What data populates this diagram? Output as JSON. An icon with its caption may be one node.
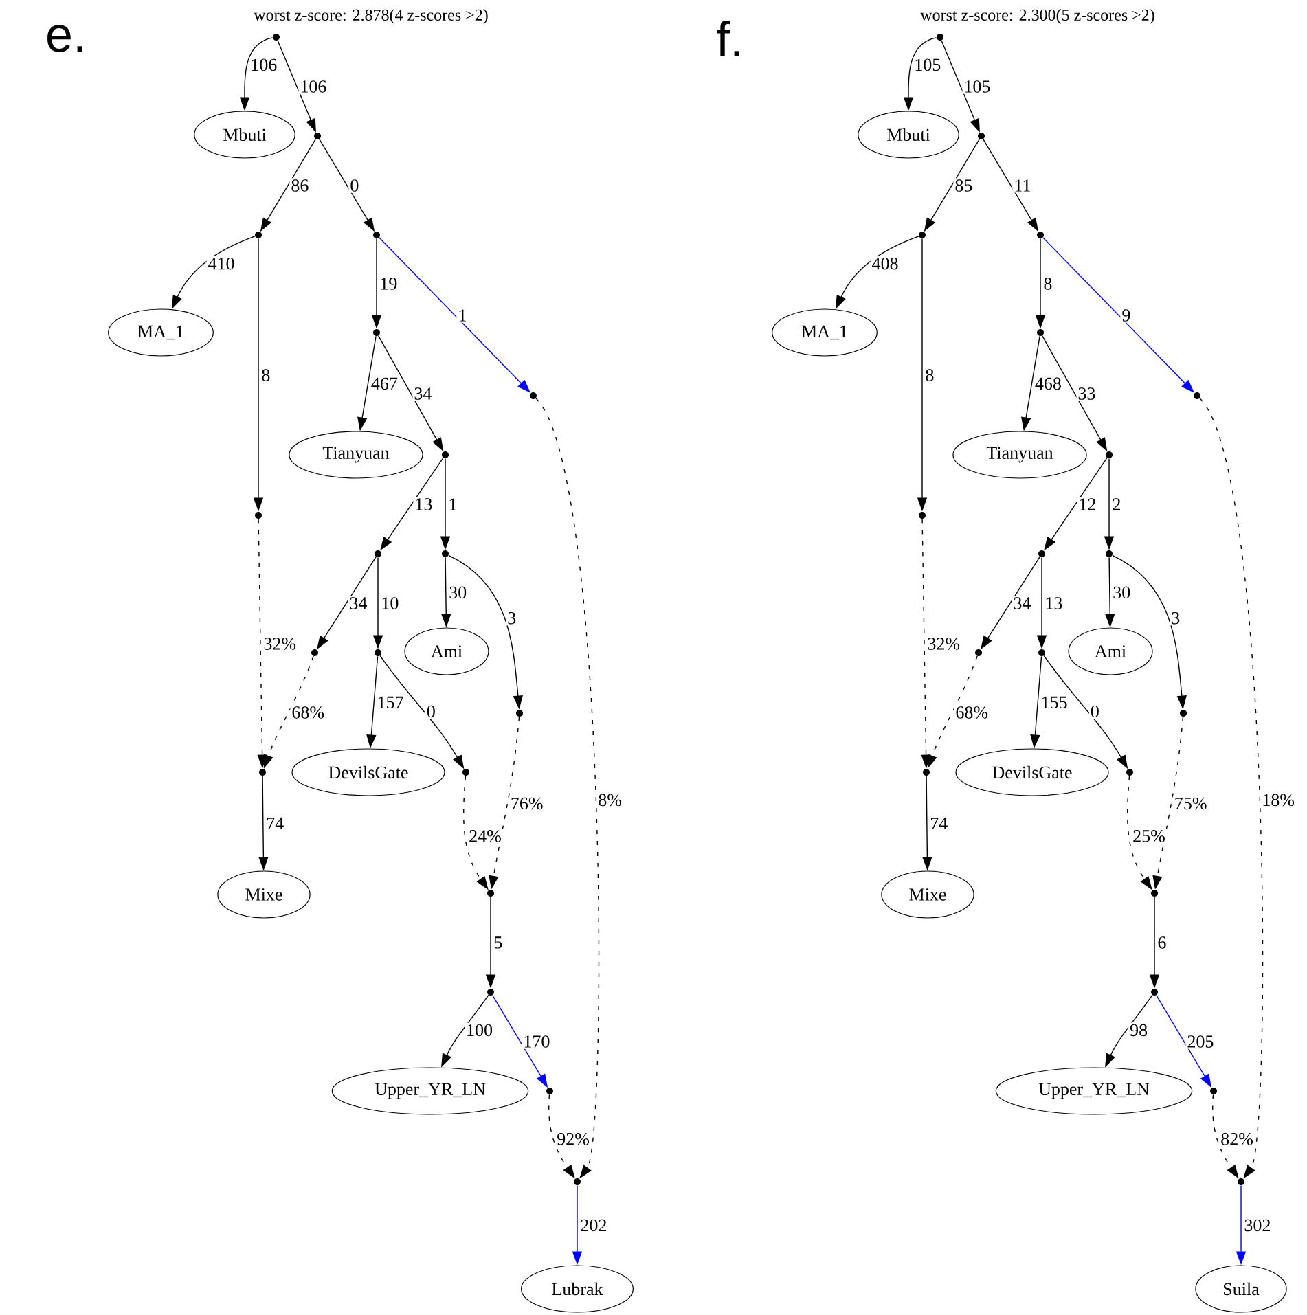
{
  "diagram": {
    "nodes": [
      {
        "text": [],
        "shape": "circle"
      },
      {
        "text": [
          "Mbuti"
        ]
      },
      {
        "text": [],
        "shape": "circle"
      },
      {
        "text": [],
        "shape": "circle"
      },
      {
        "text": [],
        "shape": "circle"
      },
      {
        "text": [
          "MA_1"
        ]
      },
      {
        "text": [],
        "shape": "circle"
      },
      {
        "text": [],
        "shape": "circle"
      },
      {
        "text": [
          "Tianyuan"
        ]
      },
      {
        "text": [],
        "shape": "circle"
      },
      {
        "text": [],
        "shape": "circle"
      },
      {
        "text": [],
        "shape": "circle"
      },
      {
        "text": [],
        "shape": "circle"
      },
      {
        "text": [],
        "shape": "circle"
      },
      {
        "text": [],
        "shape": "circle"
      },
      {
        "text": [
          "Ami"
        ]
      },
      {
        "text": [],
        "shape": "circle"
      },
      {
        "text": [],
        "shape": "circle"
      },
      {
        "text": [
          "DevilsGate"
        ]
      },
      {
        "text": [],
        "shape": "circle"
      },
      {
        "text": [],
        "shape": "circle"
      },
      {
        "text": [
          "Mixe"
        ]
      },
      {
        "text": [],
        "shape": "circle"
      },
      {
        "text": [
          "Upper_YR_LN"
        ]
      },
      {
        "text": [],
        "shape": "circle"
      },
      {
        "text": [],
        "shape": "circle"
      },
      {
        "text": [
          "Lubrak"
        ]
      },
      {
        "text": [],
        "shape": "circle"
      },
      {
        "text": [
          "Mbuti"
        ]
      },
      {
        "text": [],
        "shape": "circle"
      },
      {
        "text": [],
        "shape": "circle"
      },
      {
        "text": [],
        "shape": "circle"
      },
      {
        "text": [
          "MA_1"
        ]
      },
      {
        "text": [],
        "shape": "circle"
      },
      {
        "text": [],
        "shape": "circle"
      },
      {
        "text": [
          "Tianyuan"
        ]
      },
      {
        "text": [],
        "shape": "circle"
      },
      {
        "text": [],
        "shape": "circle"
      },
      {
        "text": [],
        "shape": "circle"
      },
      {
        "text": [],
        "shape": "circle"
      },
      {
        "text": [],
        "shape": "circle"
      },
      {
        "text": [],
        "shape": "circle"
      },
      {
        "text": [
          "Ami"
        ]
      },
      {
        "text": [],
        "shape": "circle"
      },
      {
        "text": [],
        "shape": "circle"
      },
      {
        "text": [
          "DevilsGate"
        ]
      },
      {
        "text": [],
        "shape": "circle"
      },
      {
        "text": [],
        "shape": "circle"
      },
      {
        "text": [
          "Mixe"
        ]
      },
      {
        "text": [],
        "shape": "circle"
      },
      {
        "text": [
          "Upper_YR_LN"
        ]
      },
      {
        "text": [],
        "shape": "circle"
      },
      {
        "text": [],
        "shape": "circle"
      },
      {
        "text": [
          "Suila"
        ]
      }
    ],
    "edges": [
      {
        "from": 0,
        "to": 1,
        "arrow": "to",
        "label": "106"
      },
      {
        "from": 0,
        "to": 2,
        "arrow": "to",
        "label": "106"
      },
      {
        "from": 2,
        "to": 3,
        "arrow": "to",
        "label": "86"
      },
      {
        "from": 2,
        "to": 4,
        "arrow": "to",
        "label": "0"
      },
      {
        "from": 3,
        "to": 5,
        "arrow": "to",
        "label": "410"
      },
      {
        "from": 3,
        "to": 10,
        "arrow": "to",
        "label": "8"
      },
      {
        "from": 4,
        "to": 6,
        "arrow": "to",
        "label": "19"
      },
      {
        "from": 4,
        "to": 7,
        "arrow": "to",
        "label": "1",
        "color": "#0000ff"
      },
      {
        "from": 6,
        "to": 8,
        "arrow": "to",
        "label": "467"
      },
      {
        "from": 6,
        "to": 9,
        "arrow": "to",
        "label": "34"
      },
      {
        "from": 9,
        "to": 11,
        "arrow": "to",
        "label": "13"
      },
      {
        "from": 9,
        "to": 12,
        "arrow": "to",
        "label": "1"
      },
      {
        "from": 11,
        "to": 13,
        "arrow": "to",
        "label": "34"
      },
      {
        "from": 11,
        "to": 14,
        "arrow": "to",
        "label": "10"
      },
      {
        "from": 12,
        "to": 15,
        "arrow": "to",
        "label": "30"
      },
      {
        "from": 12,
        "to": 16,
        "arrow": "to",
        "label": "3"
      },
      {
        "from": 10,
        "to": 17,
        "arrow": "to",
        "label": "32%",
        "style": "dashed"
      },
      {
        "from": 13,
        "to": 17,
        "arrow": "to",
        "label": "68%",
        "style": "dashed"
      },
      {
        "from": 14,
        "to": 18,
        "arrow": "to",
        "label": "157"
      },
      {
        "from": 14,
        "to": 19,
        "arrow": "to",
        "label": "0"
      },
      {
        "from": 19,
        "to": 20,
        "arrow": "to",
        "label": "24%",
        "style": "dashed"
      },
      {
        "from": 16,
        "to": 20,
        "arrow": "to",
        "label": "76%",
        "style": "dashed"
      },
      {
        "from": 17,
        "to": 21,
        "arrow": "to",
        "label": "74"
      },
      {
        "from": 20,
        "to": 22,
        "arrow": "to",
        "label": "5"
      },
      {
        "from": 22,
        "to": 23,
        "arrow": "to",
        "label": "100"
      },
      {
        "from": 22,
        "to": 24,
        "arrow": "to",
        "label": "170",
        "color": "#0000ff"
      },
      {
        "from": 24,
        "to": 25,
        "arrow": "to",
        "label": "92%",
        "style": "dashed"
      },
      {
        "from": 7,
        "to": 25,
        "arrow": "to",
        "label": "8%",
        "style": "dashed"
      },
      {
        "from": 25,
        "to": 26,
        "arrow": "to",
        "label": "202",
        "color": "#0000ff"
      },
      {
        "from": 27,
        "to": 28,
        "arrow": "to",
        "label": "105"
      },
      {
        "from": 27,
        "to": 29,
        "arrow": "to",
        "label": "105"
      },
      {
        "from": 29,
        "to": 30,
        "arrow": "to",
        "label": "85"
      },
      {
        "from": 29,
        "to": 31,
        "arrow": "to",
        "label": "11"
      },
      {
        "from": 30,
        "to": 32,
        "arrow": "to",
        "label": "408"
      },
      {
        "from": 30,
        "to": 37,
        "arrow": "to",
        "label": "8"
      },
      {
        "from": 31,
        "to": 33,
        "arrow": "to",
        "label": "8"
      },
      {
        "from": 31,
        "to": 34,
        "arrow": "to",
        "label": "9",
        "color": "#0000ff"
      },
      {
        "from": 33,
        "to": 35,
        "arrow": "to",
        "label": "468"
      },
      {
        "from": 33,
        "to": 36,
        "arrow": "to",
        "label": "33"
      },
      {
        "from": 36,
        "to": 38,
        "arrow": "to",
        "label": "12"
      },
      {
        "from": 36,
        "to": 39,
        "arrow": "to",
        "label": "2"
      },
      {
        "from": 38,
        "to": 40,
        "arrow": "to",
        "label": "34"
      },
      {
        "from": 38,
        "to": 41,
        "arrow": "to",
        "label": "13"
      },
      {
        "from": 39,
        "to": 42,
        "arrow": "to",
        "label": "30"
      },
      {
        "from": 39,
        "to": 43,
        "arrow": "to",
        "label": "3"
      },
      {
        "from": 37,
        "to": 44,
        "arrow": "to",
        "label": "32%",
        "style": "dashed"
      },
      {
        "from": 40,
        "to": 44,
        "arrow": "to",
        "label": "68%",
        "style": "dashed"
      },
      {
        "from": 41,
        "to": 45,
        "arrow": "to",
        "label": "155"
      },
      {
        "from": 41,
        "to": 46,
        "arrow": "to",
        "label": "0"
      },
      {
        "from": 46,
        "to": 47,
        "arrow": "to",
        "label": "25%",
        "style": "dashed"
      },
      {
        "from": 43,
        "to": 47,
        "arrow": "to",
        "label": "75%",
        "style": "dashed"
      },
      {
        "from": 44,
        "to": 48,
        "arrow": "to",
        "label": "74"
      },
      {
        "from": 47,
        "to": 49,
        "arrow": "to",
        "label": "6"
      },
      {
        "from": 49,
        "to": 50,
        "arrow": "to",
        "label": "98"
      },
      {
        "from": 49,
        "to": 51,
        "arrow": "to",
        "label": "205",
        "color": "#0000ff"
      },
      {
        "from": 51,
        "to": 52,
        "arrow": "to",
        "label": "82%",
        "style": "dashed"
      },
      {
        "from": 34,
        "to": 52,
        "arrow": "to",
        "label": "18%",
        "style": "dashed"
      },
      {
        "from": 52,
        "to": 53,
        "arrow": "to",
        "label": "302",
        "color": "#0000ff"
      }
    ],
    "labels": [
      "e.",
      "worst z-score: 2.878(4 z-scores >2)",
      "f.",
      "worst z-score: 2.300(5 z-scores >2)"
    ]
  }
}
